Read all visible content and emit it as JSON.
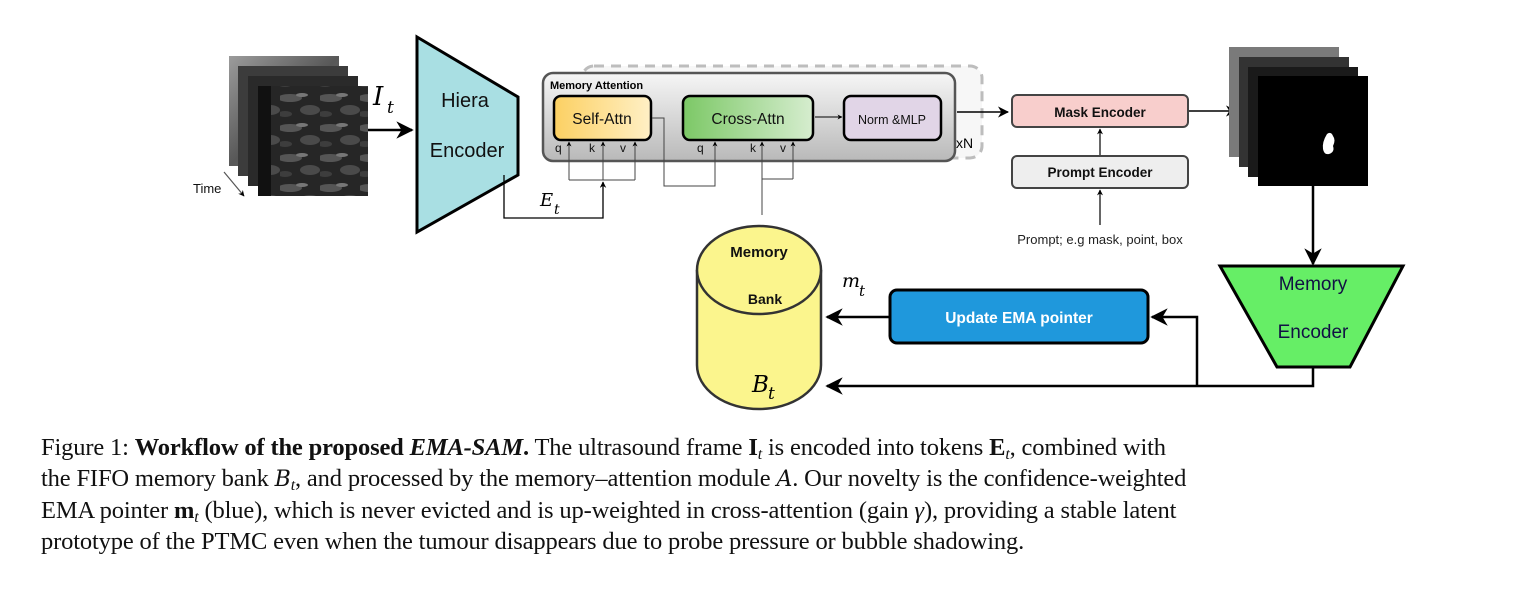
{
  "diagram": {
    "input": {
      "time_label": "Time",
      "frame_label": "I",
      "frame_sub": "t"
    },
    "hiera_encoder": {
      "line1": "Hiera",
      "line2": "Encoder",
      "color": "#a9dfe3"
    },
    "embedding_label": {
      "main": "E",
      "sub": "t"
    },
    "memory_attention": {
      "title": "Memory Attention",
      "repeat_label": "xN",
      "self_attn": {
        "label": "Self-Attn",
        "ports": [
          "q",
          "k",
          "v"
        ],
        "color": "#fbd56b"
      },
      "cross_attn": {
        "label": "Cross-Attn",
        "ports": [
          "q",
          "k",
          "v"
        ],
        "color": "#8fd07a"
      },
      "norm_mlp": {
        "label": "Norm &MLP",
        "color": "#e1d5e7"
      }
    },
    "mask_encoder": {
      "label": "Mask Encoder",
      "color": "#f8cecc"
    },
    "prompt_encoder": {
      "label": "Prompt Encoder",
      "color": "#eeeeee"
    },
    "prompt_caption": "Prompt; e.g mask, point, box",
    "memory_encoder": {
      "line1": "Memory",
      "line2": "Encoder",
      "color": "#66ee66"
    },
    "memory_bank": {
      "line1": "Memory",
      "line2": "Bank",
      "symbol": "B",
      "symbol_sub": "t",
      "color": "#fbf58d"
    },
    "ema_pointer": {
      "label": "Update EMA pointer",
      "color": "#1f98dc",
      "symbol": "m",
      "symbol_sub": "t"
    }
  },
  "caption": {
    "prefix": "Figure 1: ",
    "bold_title": "Workflow of the proposed ",
    "bold_italic_name": "EMA-SAM",
    "bold_period": ".",
    "line1_rest_a": " The ultrasound frame ",
    "sym_I": "I",
    "line1_rest_b": " is encoded into tokens ",
    "sym_E": "E",
    "line1_rest_c": ", combined with",
    "line2_a": "the FIFO memory bank ",
    "sym_B": "B",
    "line2_b": ", and processed by the memory–attention module ",
    "sym_A": "A",
    "line2_c": ". Our novelty is the confidence-weighted",
    "line3_a": "EMA pointer ",
    "sym_m": "m",
    "line3_b": " (blue), which is never evicted and is up-weighted in cross-attention (gain ",
    "sym_gamma": "γ",
    "line3_c": "), providing a stable latent",
    "line4": "prototype of the PTMC even when the tumour disappears due to probe pressure or bubble shadowing.",
    "sub_t": "t"
  }
}
